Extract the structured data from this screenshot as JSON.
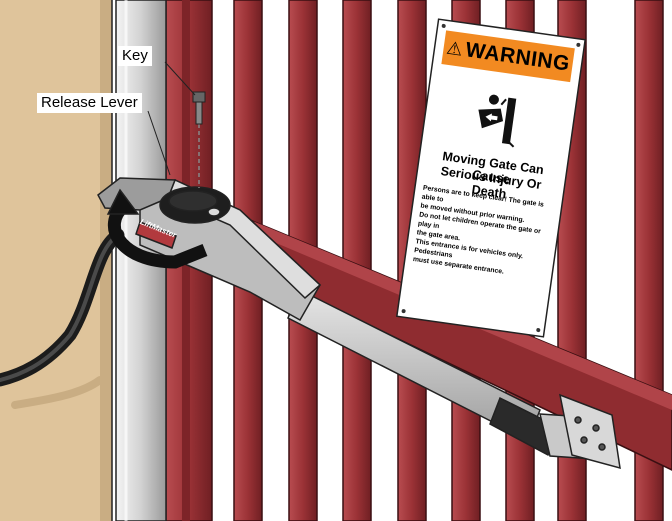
{
  "labels": {
    "key": "Key",
    "release_lever": "Release Lever"
  },
  "operator_brand": "LiftMaster",
  "sign": {
    "header": "WARNING",
    "title_line1": "Moving Gate Can Cause",
    "title_line2": "Serious Injury Or Death",
    "body_lines": [
      "Persons are to keep clear! The gate is able to",
      "be moved without prior warning.",
      "Do not let children operate the gate or play in",
      "the gate area.",
      "This entrance is for vehicles only. Pedestrians",
      "must use separate entrance."
    ]
  },
  "colors": {
    "wall": "#dfc49b",
    "post": "#d6d6d6",
    "gate_bar": "#9b3236",
    "sign_header": "#f28a21",
    "operator_body": "#b9b9b9"
  }
}
